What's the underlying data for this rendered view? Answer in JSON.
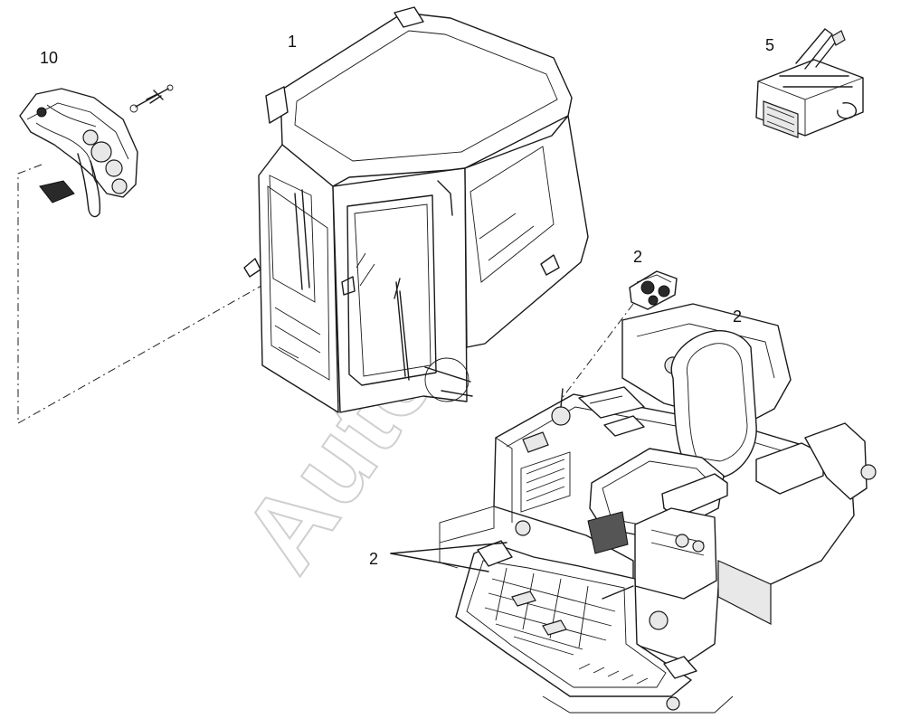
{
  "diagram": {
    "callouts": {
      "cab": "1",
      "console": "10",
      "heater_unit": "5",
      "switch_panel": "2",
      "operator_seat": "2",
      "floor_mats": "2"
    },
    "watermark": "AutoSoft"
  }
}
